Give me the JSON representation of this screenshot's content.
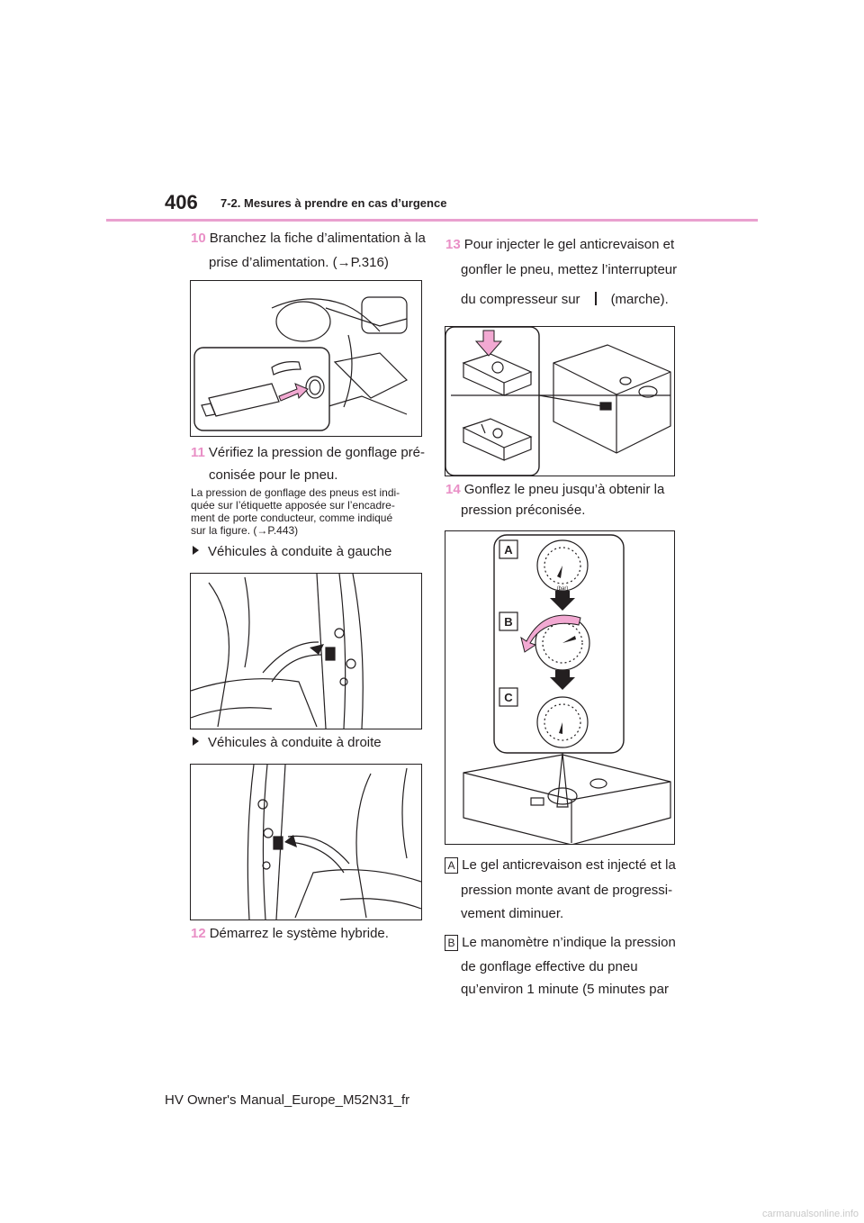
{
  "header": {
    "page_number": "406",
    "section": "7-2. Mesures à prendre en cas d’urgence"
  },
  "left_column": {
    "step10": {
      "num": "10",
      "line1": "Branchez la fiche d’alimentation à la",
      "line2": "prise d’alimentation. (→P.316)"
    },
    "step11": {
      "num": "11",
      "line1": "Vérifiez la pression de gonflage pré-",
      "line2": "conisée pour le pneu."
    },
    "note_lines": [
      "La pression de gonflage des pneus est indi-",
      "quée sur l’étiquette apposée sur l’encadre-",
      "ment de porte conducteur, comme indiqué",
      "sur la figure. (→P.443)"
    ],
    "bullet_left": "Véhicules à conduite à gauche",
    "bullet_right": "Véhicules à conduite à droite",
    "step12": {
      "num": "12",
      "text": "Démarrez le système hybride."
    }
  },
  "right_column": {
    "step13": {
      "num": "13",
      "line1": "Pour injecter le gel anticrevaison et",
      "line2": "gonfler le pneu, mettez l’interrupteur",
      "line3_before": "du compresseur sur",
      "line3_after": "(marche)."
    },
    "step14": {
      "num": "14",
      "line1": "Gonflez le pneu jusqu’à obtenir la",
      "line2": "pression préconisée."
    },
    "gauge_labels": [
      "A",
      "B",
      "C"
    ],
    "gauge_unit_text": "(bar)",
    "item_A": {
      "tag": "A",
      "line1": "Le gel anticrevaison est injecté et la",
      "line2": "pression monte avant de progressi-",
      "line3": "vement diminuer."
    },
    "item_B": {
      "tag": "B",
      "line1": "Le manomètre n’indique la pression",
      "line2": "de gonflage effective du pneu",
      "line3": "qu’environ 1 minute (5 minutes par"
    }
  },
  "footer": {
    "text": "HV Owner's Manual_Europe_M52N31_fr"
  },
  "watermark": {
    "text": "carmanualsonline.info"
  },
  "colors": {
    "accent_pink": "#e98fc6",
    "rule_pink": "#e9a0cf",
    "text": "#231f20"
  }
}
